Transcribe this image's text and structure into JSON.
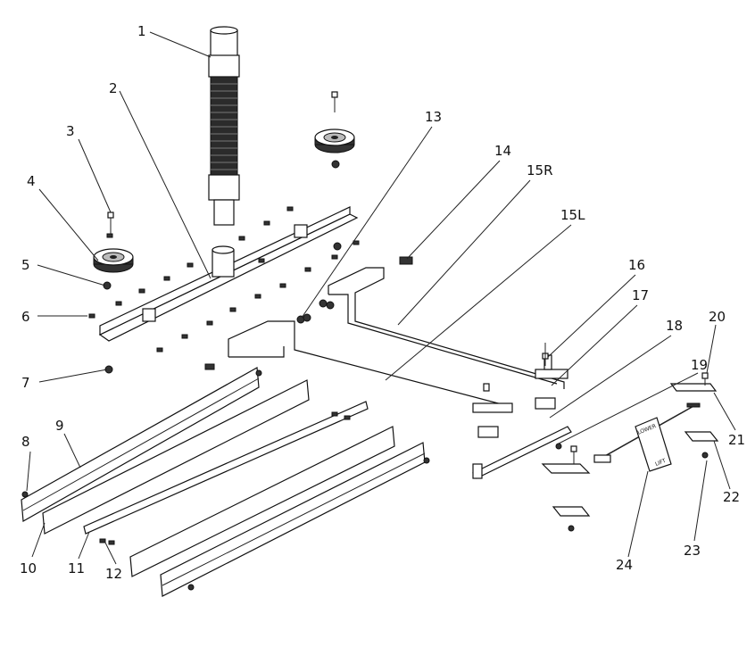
{
  "callouts": {
    "c1": "1",
    "c2": "2",
    "c3": "3",
    "c4": "4",
    "c5": "5",
    "c6": "6",
    "c7": "7",
    "c8": "8",
    "c9": "9",
    "c10": "10",
    "c11": "11",
    "c12": "12",
    "c13": "13",
    "c14": "14",
    "c15r": "15R",
    "c15l": "15L",
    "c16": "16",
    "c17": "17",
    "c18": "18",
    "c19": "19",
    "c20": "20",
    "c21": "21",
    "c22": "22",
    "c23": "23",
    "c24": "24"
  },
  "pedal_labels": {
    "top": "LOWER",
    "bottom": "LIFT"
  }
}
